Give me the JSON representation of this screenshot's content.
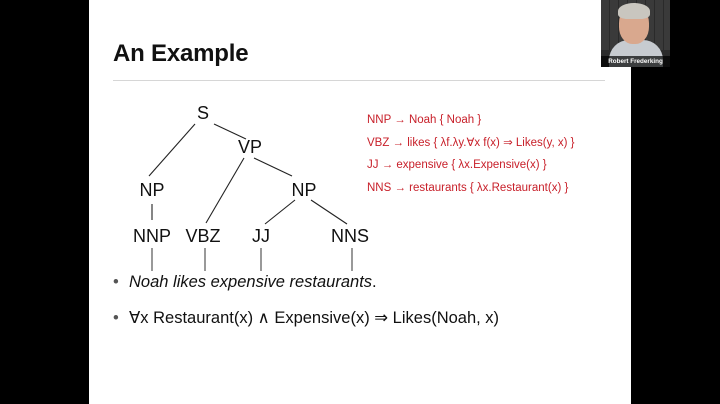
{
  "slide": {
    "title": "An Example",
    "tree": {
      "nodes": {
        "s": "S",
        "vp": "VP",
        "np_left": "NP",
        "np_right": "NP",
        "nnp": "NNP",
        "vbz": "VBZ",
        "jj": "JJ",
        "nns": "NNS"
      }
    },
    "rules": [
      "NNP → Noah { Noah }",
      "VBZ → likes { λf.λy.∀x f(x) ⇒ Likes(y, x) }",
      "JJ → expensive { λx.Expensive(x) }",
      "NNS → restaurants { λx.Restaurant(x) }"
    ],
    "bullets": {
      "marker": "•",
      "sentence": "Noah likes expensive restaurants",
      "sentence_end": ".",
      "logical_form": "∀x Restaurant(x) ∧ Expensive(x) ⇒ Likes(Noah, x)"
    },
    "colors": {
      "rule_text": "#c8202a",
      "background": "#ffffff",
      "letterbox": "#000000"
    }
  },
  "video": {
    "participant_name": "Robert Frederking"
  }
}
